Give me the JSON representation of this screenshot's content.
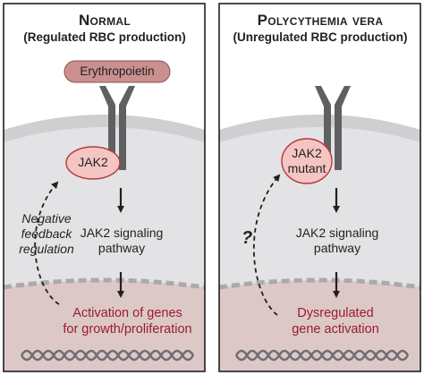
{
  "left_panel": {
    "title": "Normal",
    "subtitle": "(Regulated RBC production)",
    "ligand": "Erythropoietin",
    "kinase": "JAK2",
    "pathway_line1": "JAK2 signaling",
    "pathway_line2": "pathway",
    "feedback_line1": "Negative",
    "feedback_line2": "feedback",
    "feedback_line3": "regulation",
    "outcome_line1": "Activation of genes",
    "outcome_line2": "for growth/proliferation"
  },
  "right_panel": {
    "title": "Polycythemia vera",
    "subtitle": "(Unregulated RBC production)",
    "kinase_line1": "JAK2",
    "kinase_line2": "mutant",
    "pathway_line1": "JAK2 signaling",
    "pathway_line2": "pathway",
    "question_mark": "?",
    "outcome_line1": "Dysregulated",
    "outcome_line2": "gene activation"
  },
  "colors": {
    "cytoplasm": "#e3e3e5",
    "nucleus": "#dcc9c7",
    "membrane": "#cfcfd2",
    "receptor": "#5f6062",
    "jak2_fill": "#f4c5c3",
    "jak2_stroke": "#b5383f",
    "epo_fill": "#c9908f",
    "accent_text": "#9b1b30"
  }
}
